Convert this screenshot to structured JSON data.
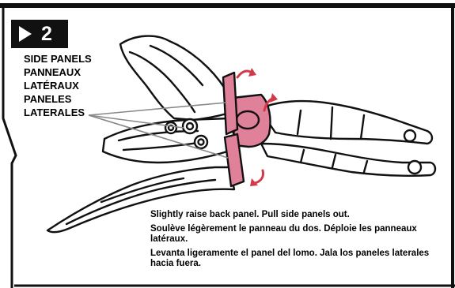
{
  "step": {
    "number": "2"
  },
  "part_labels": [
    "SIDE PANELS",
    "PANNEAUX",
    "LATÉRAUX",
    "PANELES",
    "LATERALES"
  ],
  "instructions": {
    "en": "Slightly raise back panel. Pull side panels out.",
    "fr": "Soulève légèrement le panneau du dos. Déploie les panneaux latéraux.",
    "es": "Levanta ligeramente el panel del lomo. Jala los paneles laterales hacia fuera."
  },
  "colors": {
    "highlight": "#e0819a",
    "arrow": "#d23a4a",
    "outline": "#111111"
  }
}
